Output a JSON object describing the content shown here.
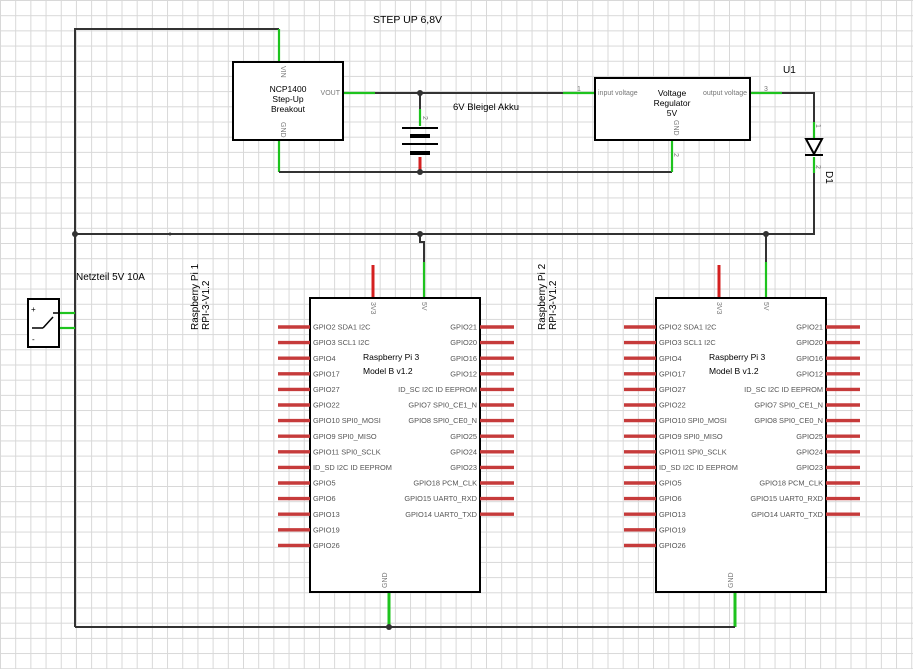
{
  "title": "STEP UP 6,8V",
  "boost": {
    "name_l1": "NCP1400",
    "name_l2": "Step-Up",
    "name_l3": "Breakout",
    "pin_vin": "VIN",
    "pin_vout": "VOUT",
    "pin_gnd": "GND"
  },
  "battery": {
    "label": "6V Bleigel Akku",
    "pin_num": "2",
    "pin_num2": "1"
  },
  "regulator": {
    "ref": "U1",
    "name_l1": "Voltage",
    "name_l2": "Regulator",
    "name_l3": "5V",
    "pin_in": "input voltage",
    "pin_out": "output voltage",
    "pin_gnd": "GND",
    "pin_in_num": "1",
    "pin_out_num": "3",
    "pin_gnd_num": "2"
  },
  "diode": {
    "ref": "D1",
    "pin_a": "1",
    "pin_k": "2"
  },
  "supply": {
    "label": "Netzteil 5V 10A",
    "plus": "+",
    "minus": "-"
  },
  "pi1": {
    "ref_l1": "Raspberry Pi 1",
    "ref_l2": "RPI-3-V1.2",
    "title_l1": "Raspberry Pi 3",
    "title_l2": "Model B v1.2"
  },
  "pi2": {
    "ref_l1": "Raspberry Pi 2",
    "ref_l2": "RPI-3-V1.2",
    "title_l1": "Raspberry Pi 3",
    "title_l2": "Model B v1.2"
  },
  "pi_pins": {
    "top": [
      "3V3",
      "5V"
    ],
    "bottom": "GND",
    "left": [
      "GPIO2 SDA1 I2C",
      "GPIO3 SCL1 I2C",
      "GPIO4",
      "GPIO17",
      "GPIO27",
      "GPIO22",
      "GPIO10 SPI0_MOSI",
      "GPIO9 SPI0_MISO",
      "GPIO11 SPI0_SCLK",
      "ID_SD I2C ID EEPROM",
      "GPIO5",
      "GPIO6",
      "GPIO13",
      "GPIO19",
      "GPIO26"
    ],
    "right": [
      "GPIO21",
      "GPIO20",
      "GPIO16",
      "GPIO12",
      "ID_SC I2C ID EEPROM",
      "GPIO7 SPI0_CE1_N",
      "GPIO8 SPI0_CE0_N",
      "GPIO25",
      "GPIO24",
      "GPIO23",
      "GPIO18 PCM_CLK",
      "GPIO15 UART0_RXD",
      "GPIO14 UART0_TXD"
    ]
  }
}
